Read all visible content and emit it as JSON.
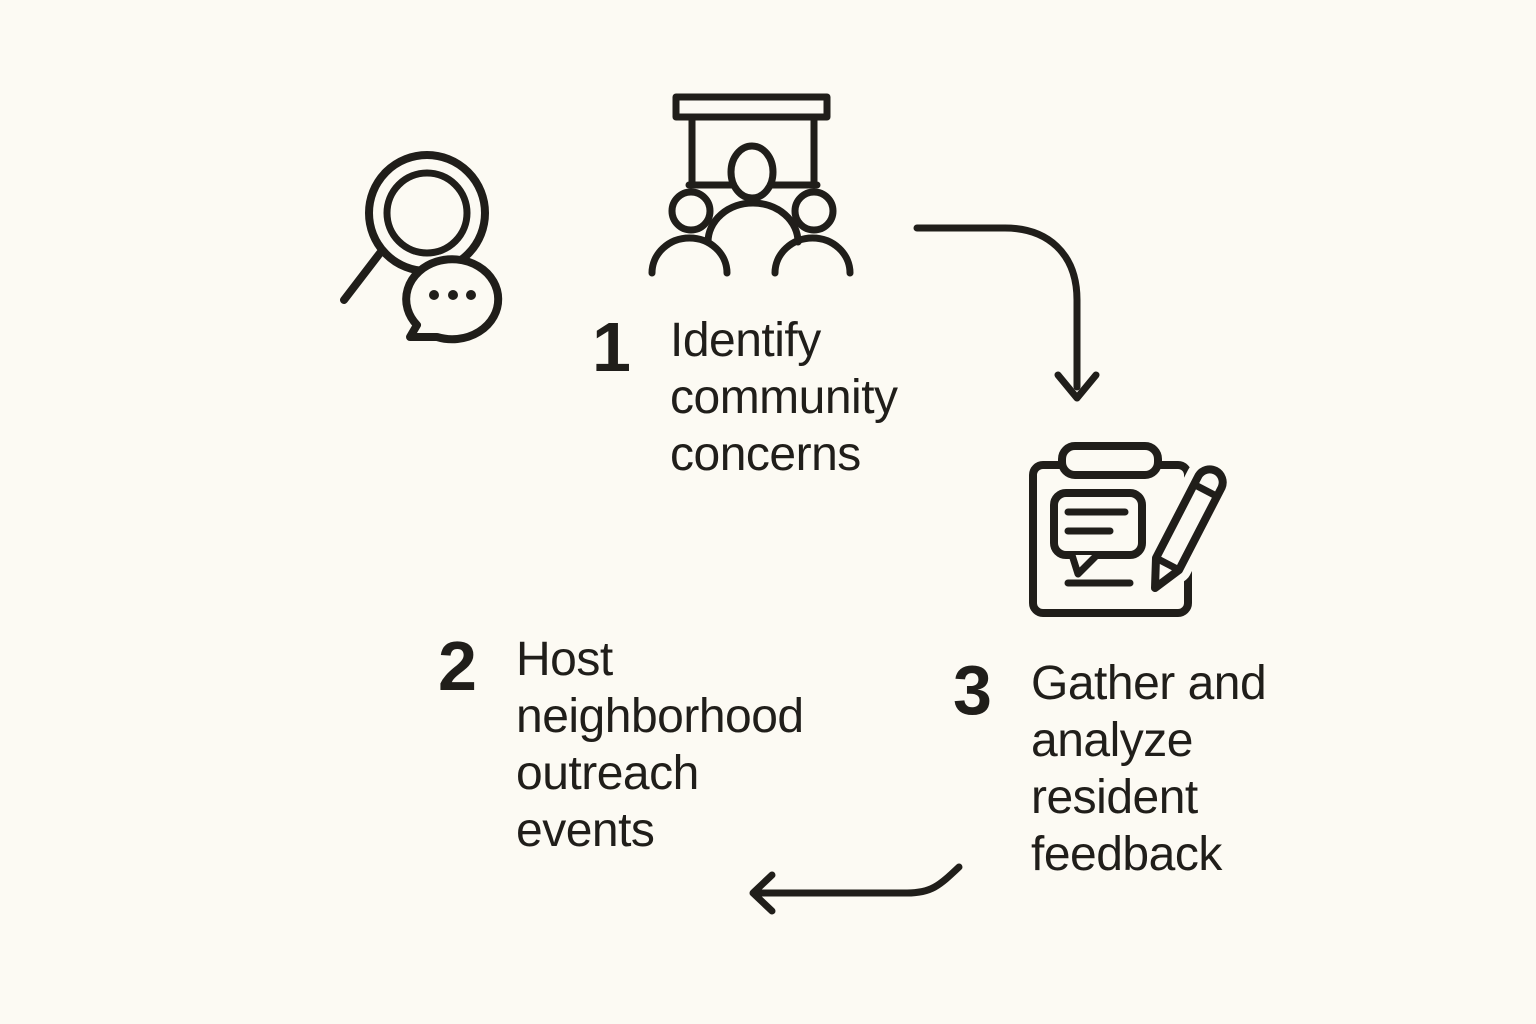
{
  "colors": {
    "background": "#fcfaf3",
    "ink": "#201e1a"
  },
  "steps": [
    {
      "number": "1",
      "label": "Identify community concerns",
      "lines": [
        "Identify",
        "community",
        "concerns"
      ]
    },
    {
      "number": "2",
      "label": "Host neighborhood outreach events",
      "lines": [
        "Host",
        "neighborhood",
        "outreach",
        "events"
      ]
    },
    {
      "number": "3",
      "label": "Gather and analyze resident feedback",
      "lines": [
        "Gather and",
        "analyze",
        "resident",
        "feedback"
      ]
    }
  ],
  "icons": {
    "magnifier_chat": "magnifying-glass-with-chat-bubble",
    "meeting": "presentation-screen-with-audience",
    "clipboard": "clipboard-feedback-notes-with-pencil",
    "arrow_top": "curved-arrow-right-then-down",
    "arrow_bottom": "curved-arrow-pointing-left"
  }
}
